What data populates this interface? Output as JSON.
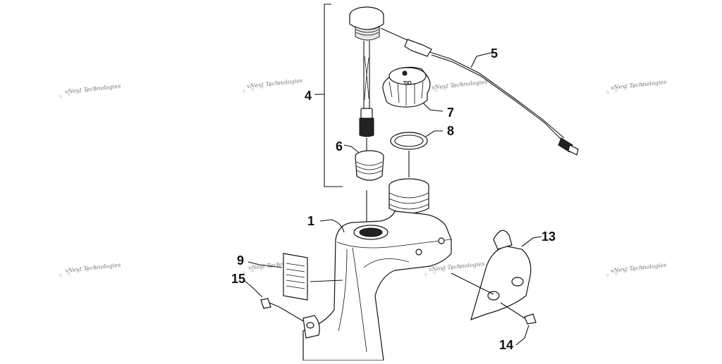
{
  "diagram": {
    "callouts": [
      {
        "id": "c1",
        "label": "1"
      },
      {
        "id": "c4",
        "label": "4"
      },
      {
        "id": "c5",
        "label": "5"
      },
      {
        "id": "c6",
        "label": "6"
      },
      {
        "id": "c7",
        "label": "7"
      },
      {
        "id": "c8",
        "label": "8"
      },
      {
        "id": "c9",
        "label": "9"
      },
      {
        "id": "c13",
        "label": "13"
      },
      {
        "id": "c14",
        "label": "14"
      },
      {
        "id": "c15",
        "label": "15"
      }
    ],
    "watermark": "vNext Technologies"
  }
}
